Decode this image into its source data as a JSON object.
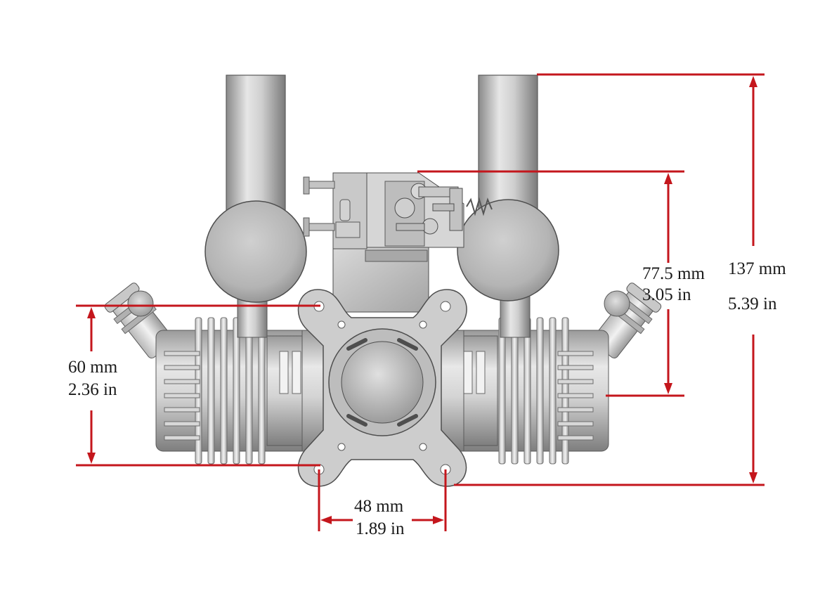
{
  "dimensions": {
    "height_total": {
      "mm": "137 mm",
      "inch": "5.39 in"
    },
    "height_carb": {
      "mm": "77.5 mm",
      "inch": "3.05 in"
    },
    "mount_height": {
      "mm": "60 mm",
      "inch": "2.36 in"
    },
    "mount_width": {
      "mm": "48 mm",
      "inch": "1.89 in"
    }
  },
  "colors": {
    "dimension_line": "#c4161c",
    "metal_light": "#e2e2e2",
    "metal_mid": "#b6b6b6",
    "metal_dark": "#7c7c7c",
    "outline": "#4a4a4a",
    "text": "#1a1a1a"
  }
}
